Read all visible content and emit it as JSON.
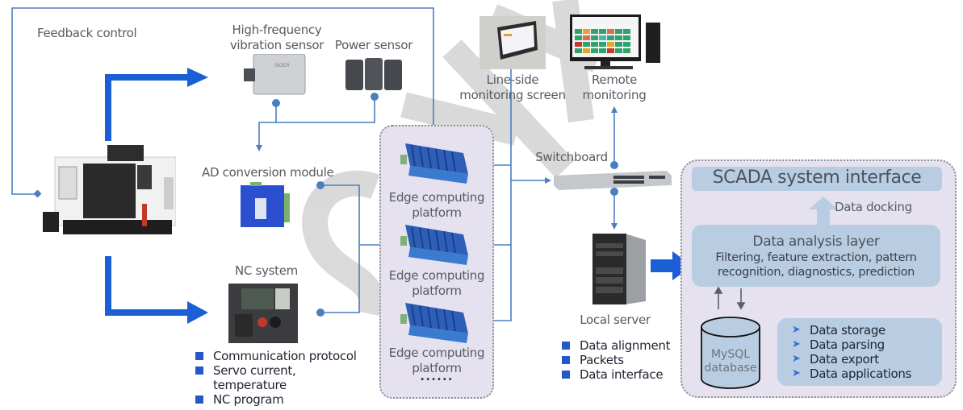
{
  "watermark": "SIGER",
  "labels": {
    "feedback_control": "Feedback control",
    "vibration_sensor": [
      "High-frequency",
      "vibration sensor"
    ],
    "power_sensor": "Power sensor",
    "ad_module": "AD conversion module",
    "nc_system": "NC system",
    "line_side": [
      "Line-side",
      "monitoring screen"
    ],
    "remote": [
      "Remote",
      "monitoring"
    ],
    "switchboard": "Switchboard",
    "local_server": "Local server",
    "mysql": [
      "MySQL",
      "database"
    ],
    "data_docking": "Data docking",
    "vib_brand": "SIGER"
  },
  "edge_platforms": [
    {
      "label": [
        "Edge computing",
        "platform"
      ]
    },
    {
      "label": [
        "Edge computing",
        "platform"
      ]
    },
    {
      "label": [
        "Edge computing",
        "platform"
      ]
    }
  ],
  "edge_more": "••••••",
  "nc_bullets": [
    "Communication protocol",
    "Servo current,",
    "temperature",
    "NC program"
  ],
  "server_bullets": [
    "Data alignment",
    "Packets",
    "Data interface"
  ],
  "scada": {
    "title": "SCADA system interface",
    "analysis_title": "Data analysis layer",
    "analysis_desc": [
      "Filtering, feature extraction, pattern",
      "recognition, diagnostics, prediction"
    ],
    "db_functions": [
      "Data storage",
      "Data parsing",
      "Data export",
      "Data applications"
    ]
  },
  "colors": {
    "wire": "#4a7ec0",
    "big_arrow": "#1b5fd6",
    "panel_bg": "#e6e1ee",
    "box_blue": "#b9cde2",
    "bullet": "#2458c9"
  }
}
